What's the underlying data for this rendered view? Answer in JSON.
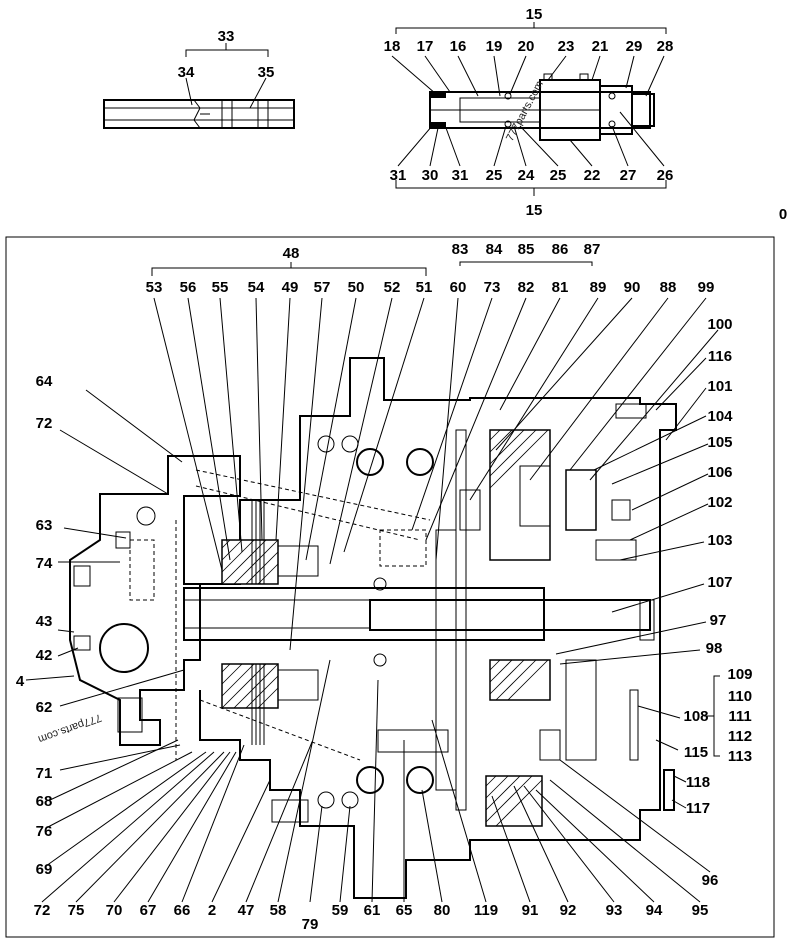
{
  "watermarks": [
    "777parts.com",
    "777parts.com"
  ],
  "labels": {
    "l0": "0",
    "l15a": "15",
    "l15b": "15",
    "l16": "16",
    "l17": "17",
    "l18": "18",
    "l19": "19",
    "l20": "20",
    "l21": "21",
    "l22": "22",
    "l23": "23",
    "l24": "24",
    "l25a": "25",
    "l25b": "25",
    "l26": "26",
    "l27": "27",
    "l28": "28",
    "l29": "29",
    "l30": "30",
    "l31a": "31",
    "l31b": "31",
    "l33": "33",
    "l34": "34",
    "l35": "35",
    "l48": "48",
    "l49": "49",
    "l50": "50",
    "l51": "51",
    "l52": "52",
    "l53": "53",
    "l54": "54",
    "l55": "55",
    "l56": "56",
    "l57": "57",
    "l60": "60",
    "l73": "73",
    "l81": "81",
    "l82": "82",
    "l83": "83",
    "l84": "84",
    "l85": "85",
    "l86": "86",
    "l87": "87",
    "l88": "88",
    "l89": "89",
    "l90": "90",
    "l99": "99",
    "l100": "100",
    "l116": "116",
    "l101": "101",
    "l104": "104",
    "l105": "105",
    "l106": "106",
    "l102": "102",
    "l103": "103",
    "l107": "107",
    "l97": "97",
    "l98": "98",
    "l108": "108",
    "l109": "109",
    "l110": "110",
    "l111": "111",
    "l112": "112",
    "l113": "113",
    "l115": "115",
    "l118": "118",
    "l117": "117",
    "l96": "96",
    "l95": "95",
    "l94": "94",
    "l93": "93",
    "l92": "92",
    "l91": "91",
    "l119": "119",
    "l80": "80",
    "l65": "65",
    "l61": "61",
    "l59": "59",
    "l79": "79",
    "l58": "58",
    "l47": "47",
    "l2": "2",
    "l66": "66",
    "l67": "67",
    "l70": "70",
    "l75": "75",
    "l72a": "72",
    "l72b": "72",
    "l69": "69",
    "l76": "76",
    "l68": "68",
    "l71": "71",
    "l62": "62",
    "l4": "4",
    "l42": "42",
    "l43": "43",
    "l74": "74",
    "l63": "63",
    "l64": "64"
  }
}
